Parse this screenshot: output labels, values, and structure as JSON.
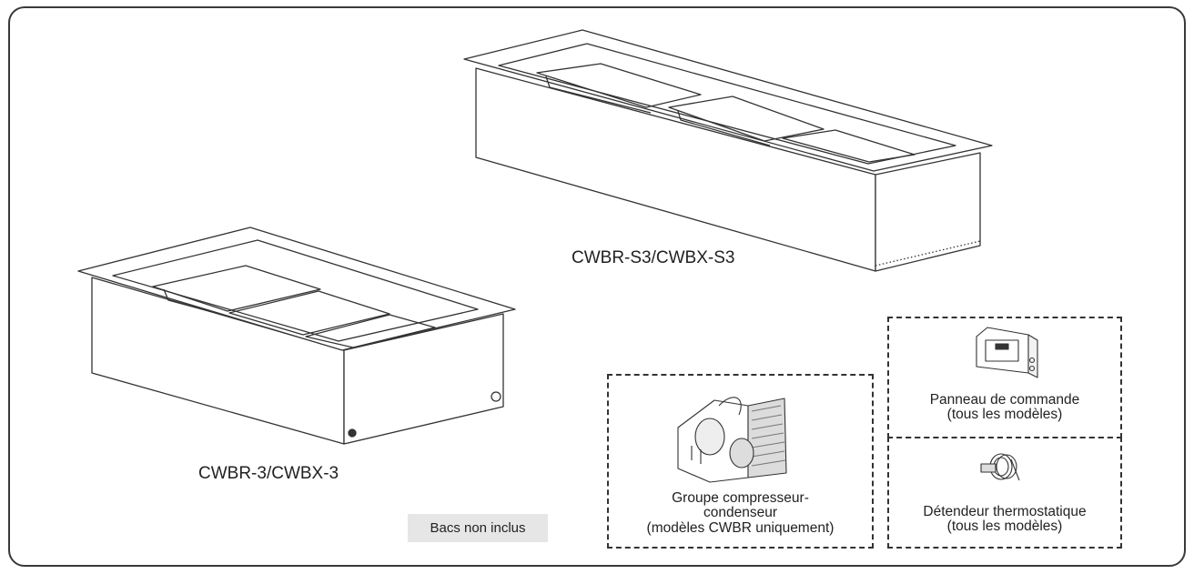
{
  "products": {
    "long_unit_label": "CWBR-S3/CWBX-S3",
    "short_unit_label": "CWBR-3/CWBX-3"
  },
  "note": "Bacs non inclus",
  "components": {
    "compressor": {
      "line1": "Groupe compresseur-",
      "line2": "condenseur",
      "line3": "(modèles CWBR uniquement)"
    },
    "control_panel": {
      "line1": "Panneau de commande",
      "line2": "(tous les modèles)"
    },
    "expansion_valve": {
      "line1": "Détendeur thermostatique",
      "line2": "(tous les modèles)"
    }
  }
}
